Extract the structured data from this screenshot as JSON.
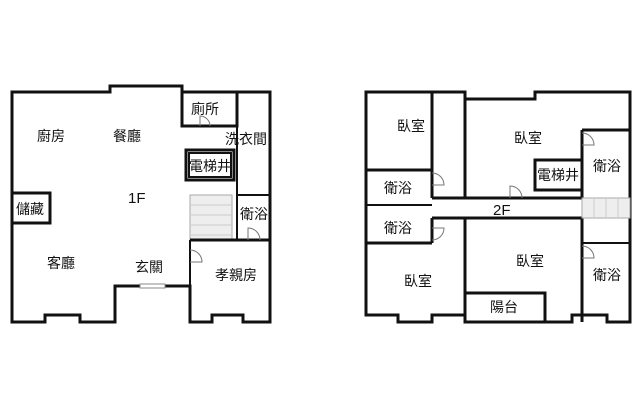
{
  "floor1": {
    "label": "1F",
    "rooms": {
      "kitchen": "廚房",
      "dining": "餐廳",
      "toilet": "廁所",
      "laundry": "洗衣間",
      "elevator": "電梯井",
      "storage": "儲藏",
      "bathroom": "衛浴",
      "living": "客廳",
      "foyer": "玄關",
      "parent_room": "孝親房"
    }
  },
  "floor2": {
    "label": "2F",
    "rooms": {
      "bedroom_tl": "臥室",
      "bedroom_tr": "臥室",
      "bath_right": "衛浴",
      "elevator": "電梯井",
      "bath_left_top": "衛浴",
      "bath_left_bottom": "衛浴",
      "bedroom_bl": "臥室",
      "bedroom_bm": "臥室",
      "bath_right_bottom": "衛浴",
      "balcony": "陽台"
    }
  }
}
